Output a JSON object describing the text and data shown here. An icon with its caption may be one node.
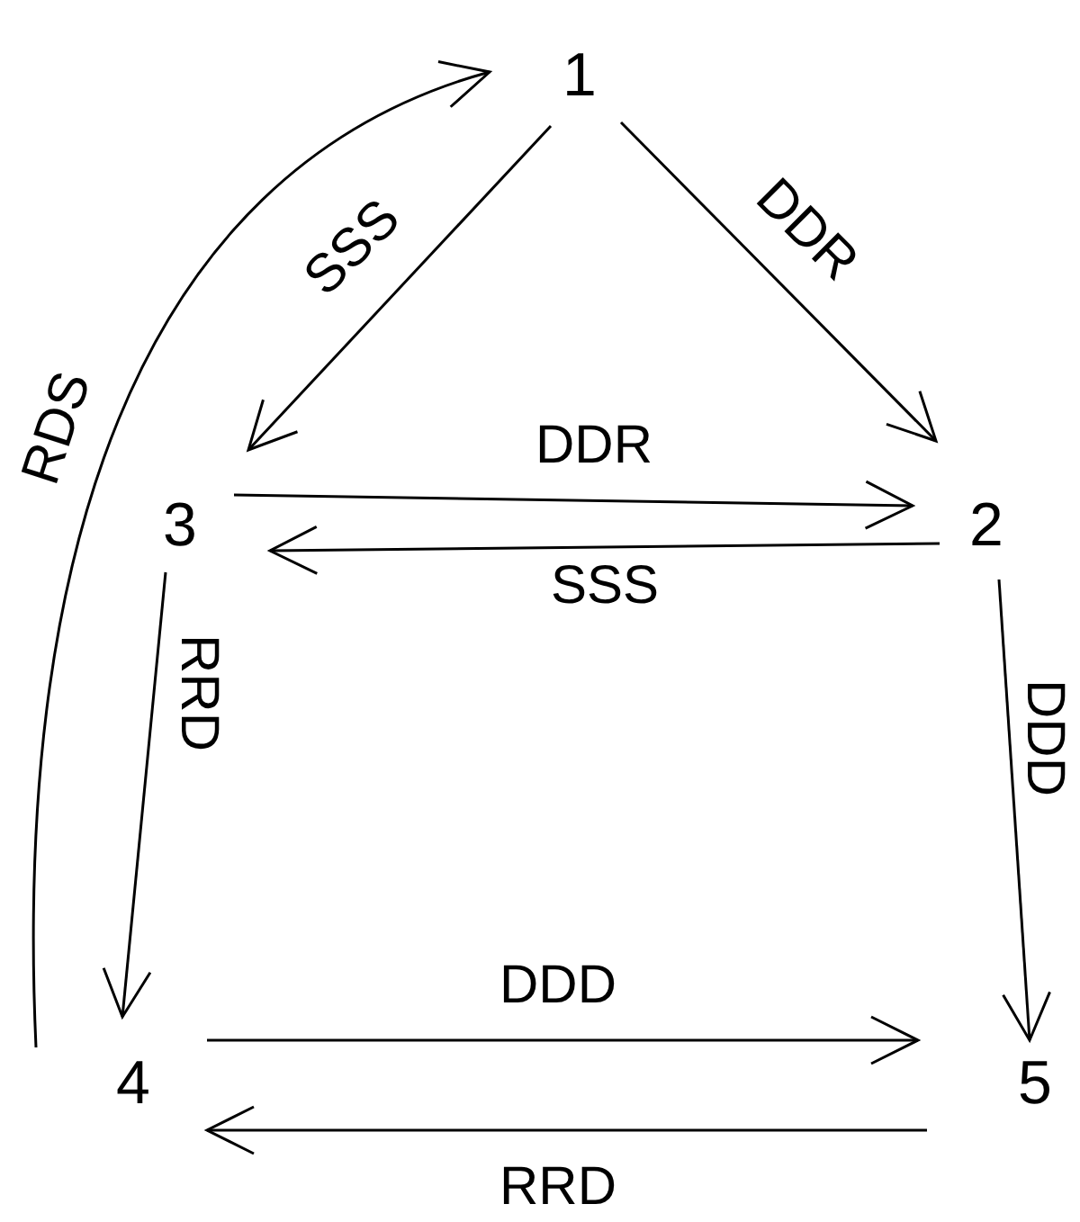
{
  "diagram": {
    "nodes": [
      {
        "text": [
          "1"
        ]
      },
      {
        "text": [
          "2"
        ]
      },
      {
        "text": [
          "3"
        ]
      },
      {
        "text": [
          "4"
        ]
      },
      {
        "text": [
          "5"
        ]
      }
    ],
    "edges": [
      {
        "from": 0,
        "to": 2,
        "arrow": "to",
        "label": "SSS"
      },
      {
        "from": 0,
        "to": 1,
        "arrow": "to",
        "label": "DDR"
      },
      {
        "from": 2,
        "to": 1,
        "arrow": "to",
        "label": "DDR"
      },
      {
        "from": 1,
        "to": 2,
        "arrow": "to",
        "label": "SSS"
      },
      {
        "from": 2,
        "to": 3,
        "arrow": "to",
        "label": "RRD"
      },
      {
        "from": 1,
        "to": 4,
        "arrow": "to",
        "label": "DDD"
      },
      {
        "from": 3,
        "to": 4,
        "arrow": "to",
        "label": "DDD"
      },
      {
        "from": 4,
        "to": 3,
        "arrow": "to",
        "label": "RRD"
      },
      {
        "from": 3,
        "to": 0,
        "arrow": "to",
        "label": "RDS"
      }
    ]
  }
}
